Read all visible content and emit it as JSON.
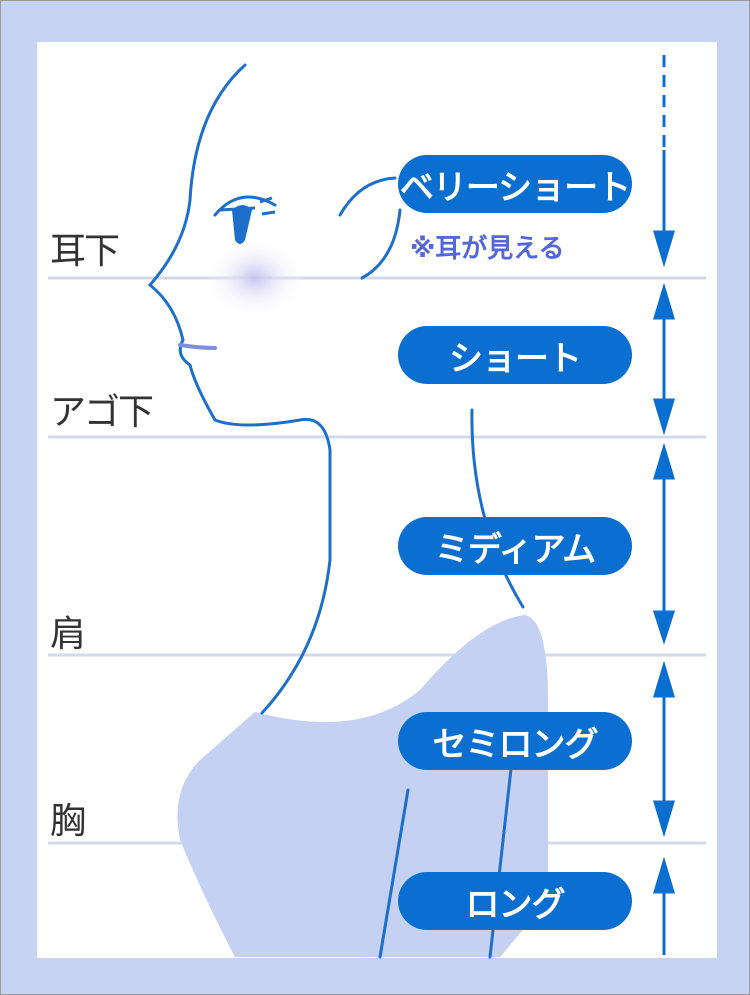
{
  "colors": {
    "accent": "#0a6fd0",
    "frame": "#c6d3f3",
    "body_fill": "#c4d1f2",
    "line": "#1d6fc9",
    "note": "#5566d8"
  },
  "levels": [
    {
      "label": "耳下"
    },
    {
      "label": "アゴ下"
    },
    {
      "label": "肩"
    },
    {
      "label": "胸"
    }
  ],
  "lengths": [
    {
      "label": "ベリーショート"
    },
    {
      "label": "ショート"
    },
    {
      "label": "ミディアム"
    },
    {
      "label": "セミロング"
    },
    {
      "label": "ロング"
    }
  ],
  "note": "※耳が見える"
}
